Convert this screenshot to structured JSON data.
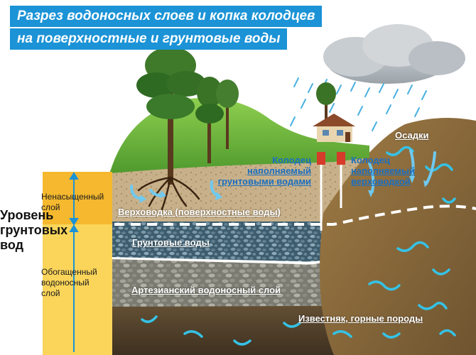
{
  "title": {
    "line1": "Разрез водоносных слоев и копка колодцев",
    "line2": "на поверхностные и грунтовые воды"
  },
  "labels": {
    "precipitation": "Осадки",
    "well_groundwater": [
      "Колодец",
      "наполняемый",
      "грунтовыми водами"
    ],
    "well_perched": [
      "Колодец",
      "наполняемый",
      "верховодкой"
    ],
    "unsaturated_layer": [
      "Ненасыщенный",
      "слой"
    ],
    "perched_water": "Верховодка (поверхностные воды)",
    "groundwater_level": [
      "Уровень",
      "грунтовых",
      "вод"
    ],
    "groundwater": "Грунтовые воды",
    "enriched_aquifer": [
      "Обогащенный",
      "водоносный",
      "слой"
    ],
    "artesian_aquifer": "Артезианский водоносный слой",
    "limestone": "Известняк, горные породы"
  },
  "colors": {
    "title_bg": "#1b93d6",
    "grass": "#6fb63d",
    "soil_top": "#c8b18a",
    "groundwater_layer": "#3d5d6e",
    "artesian_layer": "#8a8a82",
    "bedrock": "#5c4a33",
    "hill": "#8a6a3a",
    "side_bar": "#f5b82e",
    "water_streaks": "#35c2e6",
    "label_blue": "#1b6fc1"
  },
  "icons": [
    "cloud-icon",
    "rain-icon",
    "tree-icon",
    "house-icon",
    "well-icon",
    "arrow-icon"
  ]
}
